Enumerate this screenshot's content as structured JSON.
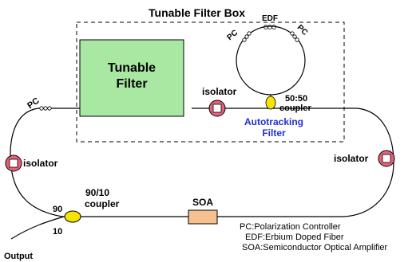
{
  "title": "Tunable Filter Box",
  "tunable_filter": {
    "line1": "Tunable",
    "line2": "Filter",
    "color": "#a9e8a3"
  },
  "autotracking": {
    "line1": "Autotracking",
    "line2": "Filter",
    "color": "#1f2fcf"
  },
  "labels": {
    "pc_ring_left": "PC",
    "edf_ring": "EDF",
    "pc_ring_right": "PC",
    "isolator_top": "isolator",
    "isolator_left": "isolator",
    "isolator_right": "isolator",
    "coupler_5050_ratio": "50:50",
    "coupler_5050_word": "coupler",
    "pc_left_loop": "PC",
    "coupler_9010_ratio": "90/10",
    "coupler_9010_word": "coupler",
    "port_90": "90",
    "port_10": "10",
    "soa": "SOA",
    "output": "Output"
  },
  "legend": [
    "PC:Polarization Controller",
    "EDF:Erbium Doped Fiber",
    "SOA:Semiconductor Optical Amplifier"
  ],
  "colors": {
    "isolator": "#e8607a",
    "coupler": "#f5e400",
    "soa": "#f7c08f"
  }
}
